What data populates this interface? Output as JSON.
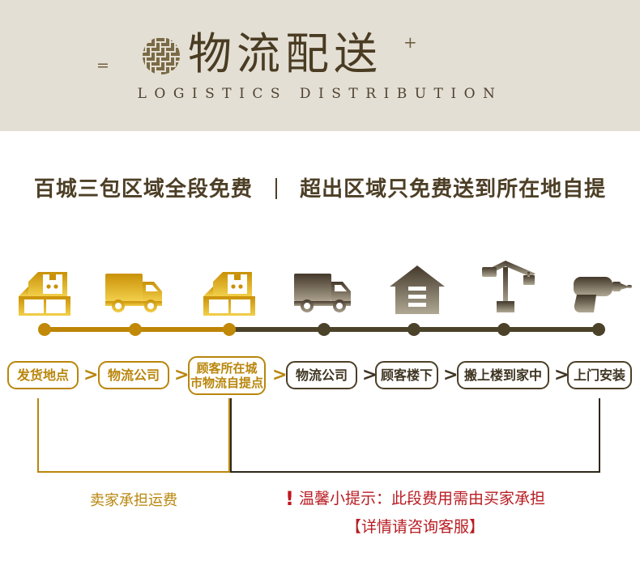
{
  "header": {
    "eq_mark": "=",
    "plus_mark": "+",
    "title_cn": "物流配送",
    "title_en": "LOGISTICS DISTRIBUTION",
    "ornament_icon": "woven-lattice-ornament",
    "bg_color": "#e4dfd4",
    "text_color": "#4a3c23"
  },
  "headline": {
    "left": "百城三包区域全段免费",
    "right": "超出区域只免费送到所在地自提",
    "color": "#4d3f26"
  },
  "flow": {
    "icons": [
      {
        "name": "boxes-icon",
        "tone": "gold"
      },
      {
        "name": "truck-icon",
        "tone": "gold"
      },
      {
        "name": "boxes-icon",
        "tone": "gold"
      },
      {
        "name": "truck-icon",
        "tone": "dark"
      },
      {
        "name": "house-icon",
        "tone": "dark"
      },
      {
        "name": "crane-icon",
        "tone": "dark"
      },
      {
        "name": "drill-icon",
        "tone": "dark"
      }
    ],
    "timeline": {
      "gold_color": "#c28908",
      "dark_color": "#4b4229",
      "dot_count": 7
    },
    "steps": [
      {
        "label": "发货地点",
        "line2": "",
        "tone": "gold"
      },
      {
        "label": "物流公司",
        "line2": "",
        "tone": "gold"
      },
      {
        "label": "顾客所在城",
        "line2": "市物流自提点",
        "tone": "gold"
      },
      {
        "label": "物流公司",
        "line2": "",
        "tone": "dark"
      },
      {
        "label": "顾客楼下",
        "line2": "",
        "tone": "dark"
      },
      {
        "label": "搬上楼到家中",
        "line2": "",
        "tone": "dark"
      },
      {
        "label": "上门安装",
        "line2": "",
        "tone": "dark"
      }
    ],
    "separators": [
      ">",
      ">",
      ">",
      ">",
      ">",
      ">"
    ]
  },
  "footer": {
    "seller_note": "卖家承担运费",
    "seller_note_color": "#b9860c",
    "warn_icon": "!",
    "buyer_note_line1": "温馨小提示：此段费用需由买家承担",
    "buyer_note_line2": "【详情请咨询客服】",
    "buyer_note_color": "#b81c22"
  }
}
